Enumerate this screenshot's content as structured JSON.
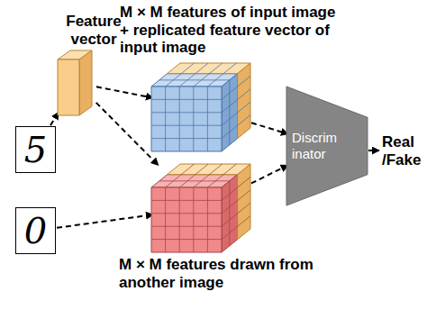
{
  "diagram": {
    "nodes": [
      {
        "text": [
          "Feature vector"
        ]
      },
      {
        "text": [
          "M × M features of input image + replicated feature vector of input image"
        ]
      },
      {
        "text": [
          "5"
        ]
      },
      {
        "text": [
          "Discrim inator"
        ]
      },
      {
        "text": [
          "M × M features drawn from another image"
        ]
      },
      {
        "text": [
          "0"
        ]
      }
    ],
    "edges": [
      {
        "from": 2,
        "to": 0,
        "arrow": "to"
      },
      {
        "from": 0,
        "to": 1,
        "arrow": "to"
      },
      {
        "from": 0,
        "to": 4,
        "arrow": "to"
      },
      {
        "from": 5,
        "to": 4,
        "arrow": "to"
      },
      {
        "from": 1,
        "to": 3,
        "arrow": "to"
      },
      {
        "from": 4,
        "to": 3,
        "arrow": "to"
      }
    ],
    "labels": [
      "Real /Fake"
    ]
  }
}
